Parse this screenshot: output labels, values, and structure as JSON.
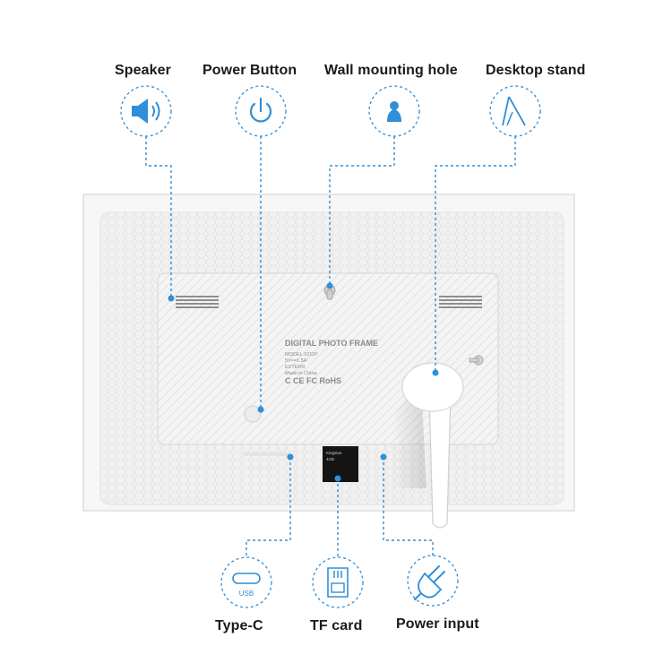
{
  "labels": {
    "speaker": "Speaker",
    "power_button": "Power Button",
    "wall_mounting_hole": "Wall mounting hole",
    "desktop_stand": "Desktop stand",
    "type_c": "Type-C",
    "tf_card": "TF card",
    "power_input": "Power input"
  },
  "icons": {
    "speaker": "speaker-icon",
    "power_button": "power-icon",
    "wall_mounting_hole": "keyhole-icon",
    "desktop_stand": "stand-icon",
    "type_c": "usb-c-icon",
    "tf_card": "sd-card-icon",
    "power_input": "plug-icon"
  },
  "usb_text": "USB",
  "device_label": {
    "title": "DIGITAL PHOTO FRAME",
    "model": "MODEL:1011P",
    "input": "5V==1.5A",
    "extern": "EXTERN",
    "origin": "Made in China",
    "marks": "C CE FC RoHS"
  },
  "colors": {
    "accent": "#2f8fd8",
    "frame": "#f3f3f3",
    "panel": "#efefef",
    "text": "#1a1a1a"
  }
}
